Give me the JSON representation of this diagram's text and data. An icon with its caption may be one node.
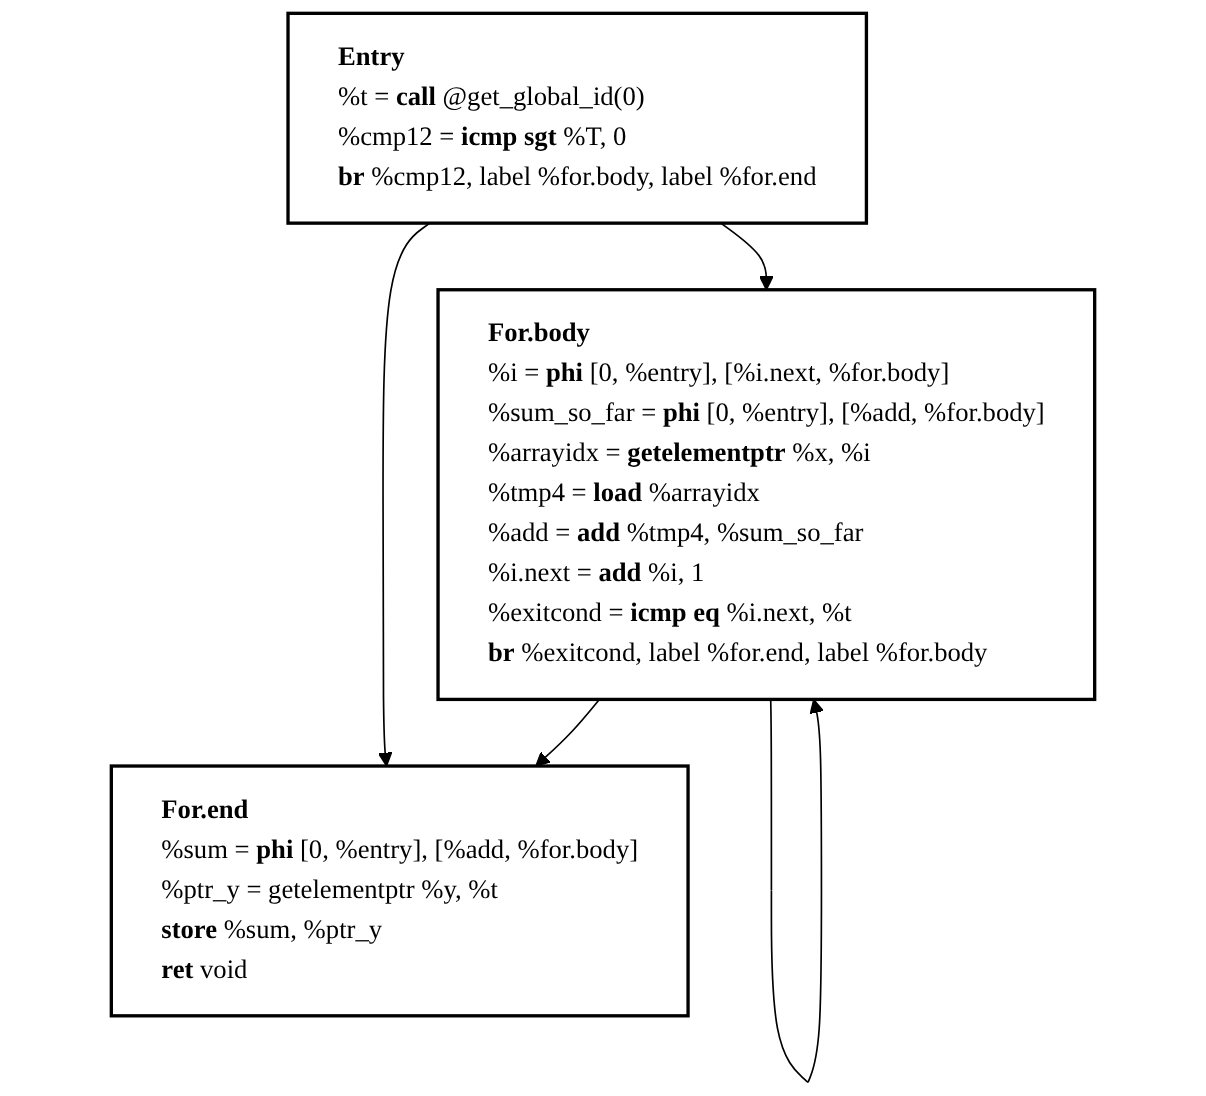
{
  "diagram": {
    "nodes": [
      {
        "text": [
          "Entry",
          "%t = **call** @get_global_id(0)",
          "%cmp12 = **icmp sgt** %T, 0",
          "**br** %cmp12, label %for.body, label %for.end"
        ]
      },
      {
        "text": [
          "For.body",
          "%i = **phi** [0, %entry], [%i.next, %for.body]",
          "%sum_so_far = **phi** [0, %entry], [%add, %for.body]",
          "%arrayidx = **getelementptr** %x, %i",
          "%tmp4 = **load** %arrayidx",
          "%add = **add** %tmp4, %sum_so_far",
          "%i.next = **add** %i, 1",
          "%exitcond = **icmp eq** %i.next, %t",
          "**br** %exitcond, label %for.end, label %for.body"
        ]
      },
      {
        "text": [
          "For.end",
          "%sum = **phi** [0, %entry], [%add, %for.body]",
          "%ptr_y = getelementptr %y, %t",
          "**store** %sum, %ptr_y",
          "**ret** void"
        ]
      }
    ],
    "edges": [
      {
        "from": 0,
        "to": 1,
        "arrow": "to"
      },
      {
        "from": 0,
        "to": 2,
        "arrow": "to"
      },
      {
        "from": 1,
        "to": 1,
        "arrow": "to"
      },
      {
        "from": 1,
        "to": 2,
        "arrow": "to"
      }
    ]
  }
}
